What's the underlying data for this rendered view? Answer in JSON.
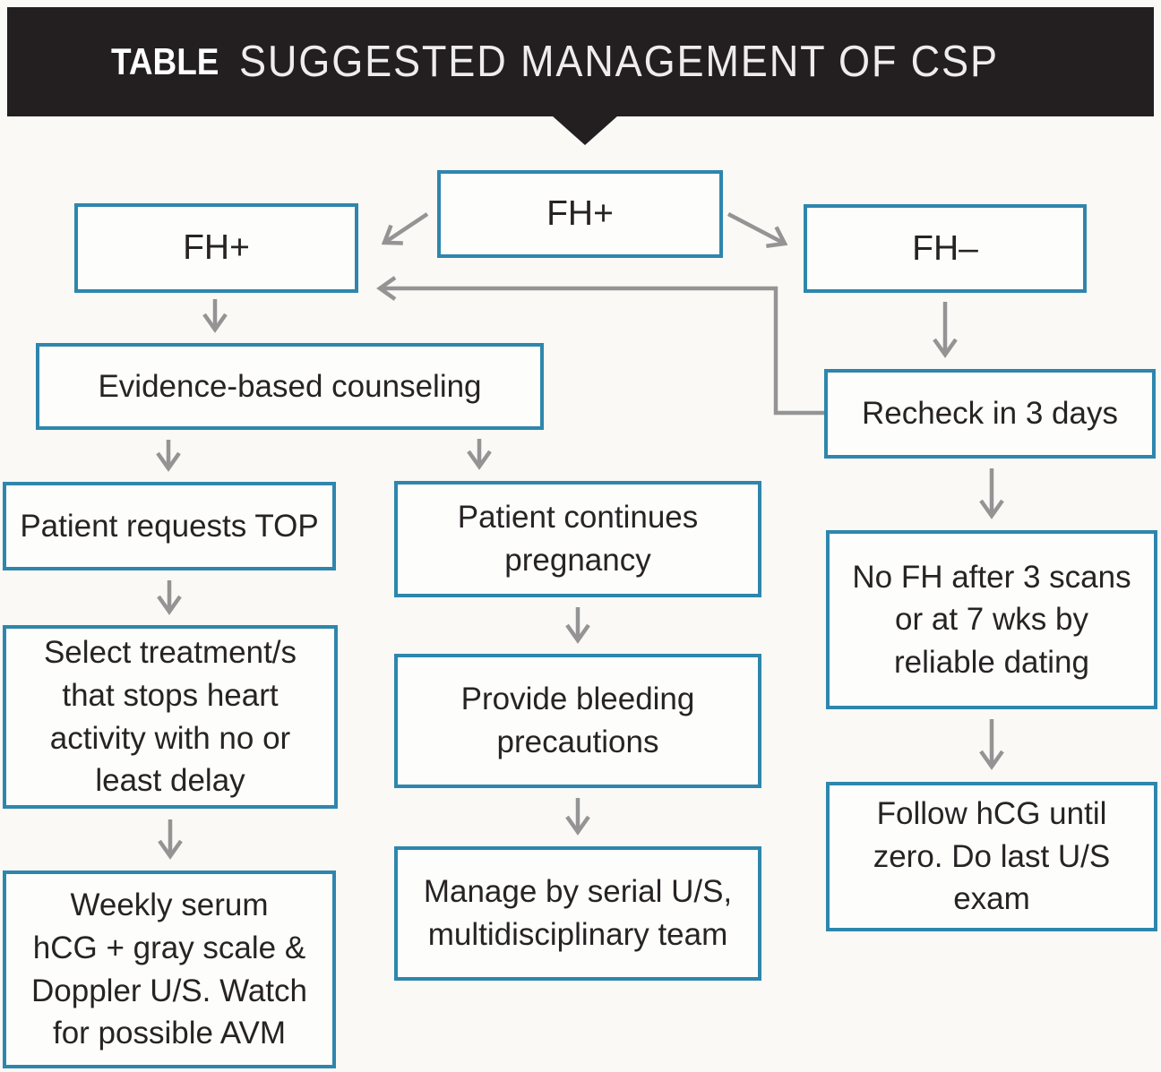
{
  "header": {
    "tag": "TABLE",
    "title": "SUGGESTED MANAGEMENT OF CSP"
  },
  "nodes": {
    "fh_top": "FH+",
    "fh_left": "FH+",
    "fh_neg": "FH–",
    "counseling": "Evidence-based counseling",
    "requests_top": "Patient requests TOP",
    "continues": "Patient continues\npregnancy",
    "select": "Select treatment/s\nthat stops heart\nactivity with no or\nleast delay",
    "weekly": "Weekly serum\nhCG + gray scale &\nDoppler U/S. Watch\nfor possible AVM",
    "provide": "Provide bleeding\nprecautions",
    "manage": "Manage by serial U/S,\nmultidisciplinary team",
    "recheck": "Recheck in 3 days",
    "no_fh": "No FH after 3 scans\nor at 7 wks by\nreliable dating",
    "follow": "Follow hCG until\nzero. Do last U/S\nexam"
  },
  "connections": [
    {
      "from": "fh_top",
      "to": "fh_left"
    },
    {
      "from": "fh_top",
      "to": "fh_neg"
    },
    {
      "from": "fh_left",
      "to": "counseling"
    },
    {
      "from": "counseling",
      "to": "requests_top"
    },
    {
      "from": "counseling",
      "to": "continues"
    },
    {
      "from": "requests_top",
      "to": "select"
    },
    {
      "from": "select",
      "to": "weekly"
    },
    {
      "from": "continues",
      "to": "provide"
    },
    {
      "from": "provide",
      "to": "manage"
    },
    {
      "from": "fh_neg",
      "to": "recheck"
    },
    {
      "from": "recheck",
      "to": "no_fh"
    },
    {
      "from": "no_fh",
      "to": "follow"
    },
    {
      "from": "recheck",
      "to": "fh_left"
    }
  ],
  "colors": {
    "background": "#faf9f6",
    "box_border": "#2e86ad",
    "box_fill": "#fdfdfc",
    "header_bg": "#231f20",
    "header_text": "#ffffff",
    "arrow": "#949494",
    "text": "#272324"
  }
}
